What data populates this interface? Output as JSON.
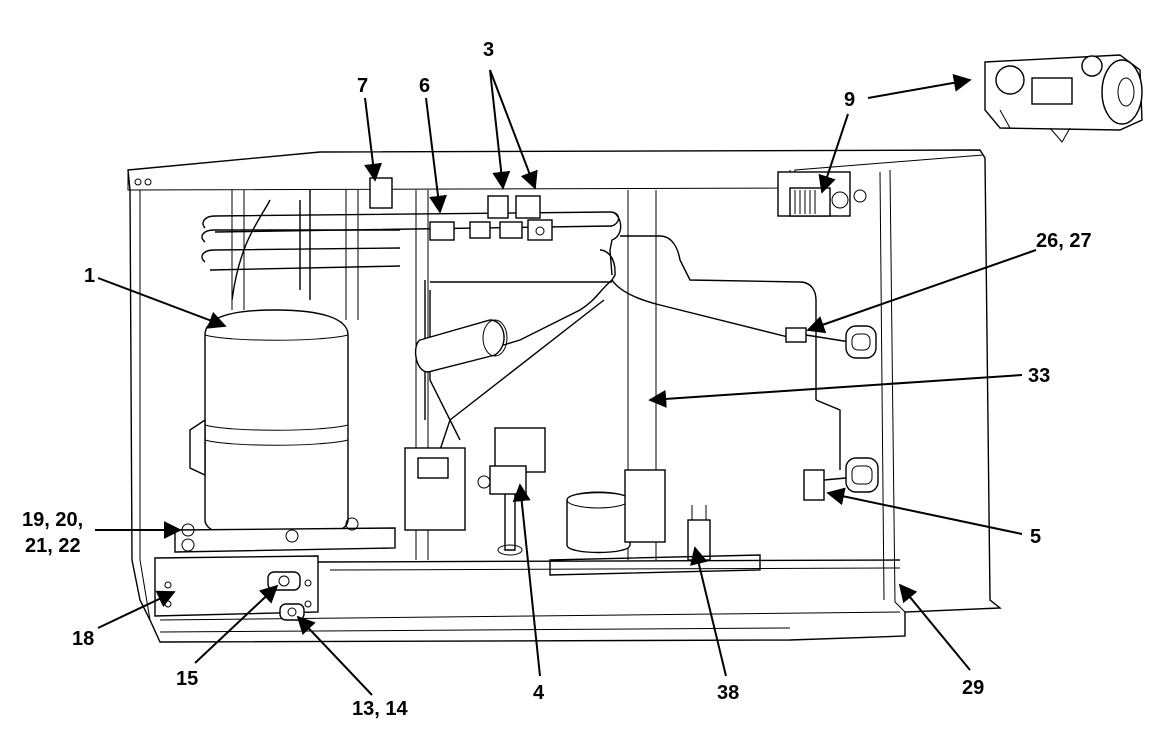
{
  "callouts": {
    "c1": "1",
    "c3": "3",
    "c4": "4",
    "c5": "5",
    "c6": "6",
    "c7": "7",
    "c9": "9",
    "c13_14": "13, 14",
    "c15": "15",
    "c18": "18",
    "c19_22_line1": "19, 20,",
    "c19_22_line2": "21, 22",
    "c26_27": "26, 27",
    "c29": "29",
    "c33": "33",
    "c38": "38"
  },
  "colors": {
    "line": "#000000",
    "background": "#ffffff"
  }
}
